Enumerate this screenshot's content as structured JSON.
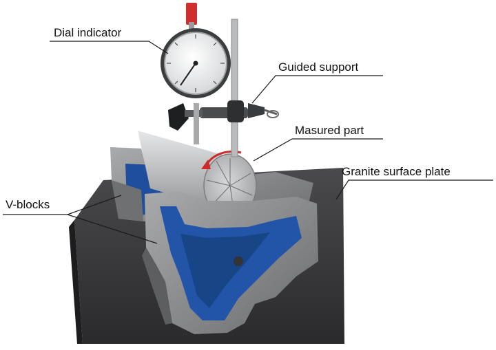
{
  "figure": {
    "labels": {
      "dial_indicator": "Dial indicator",
      "guided_support": "Guided support",
      "measured_part": "Masured part",
      "granite_plate": "Granite surface plate",
      "v_blocks": "V-blocks"
    }
  }
}
